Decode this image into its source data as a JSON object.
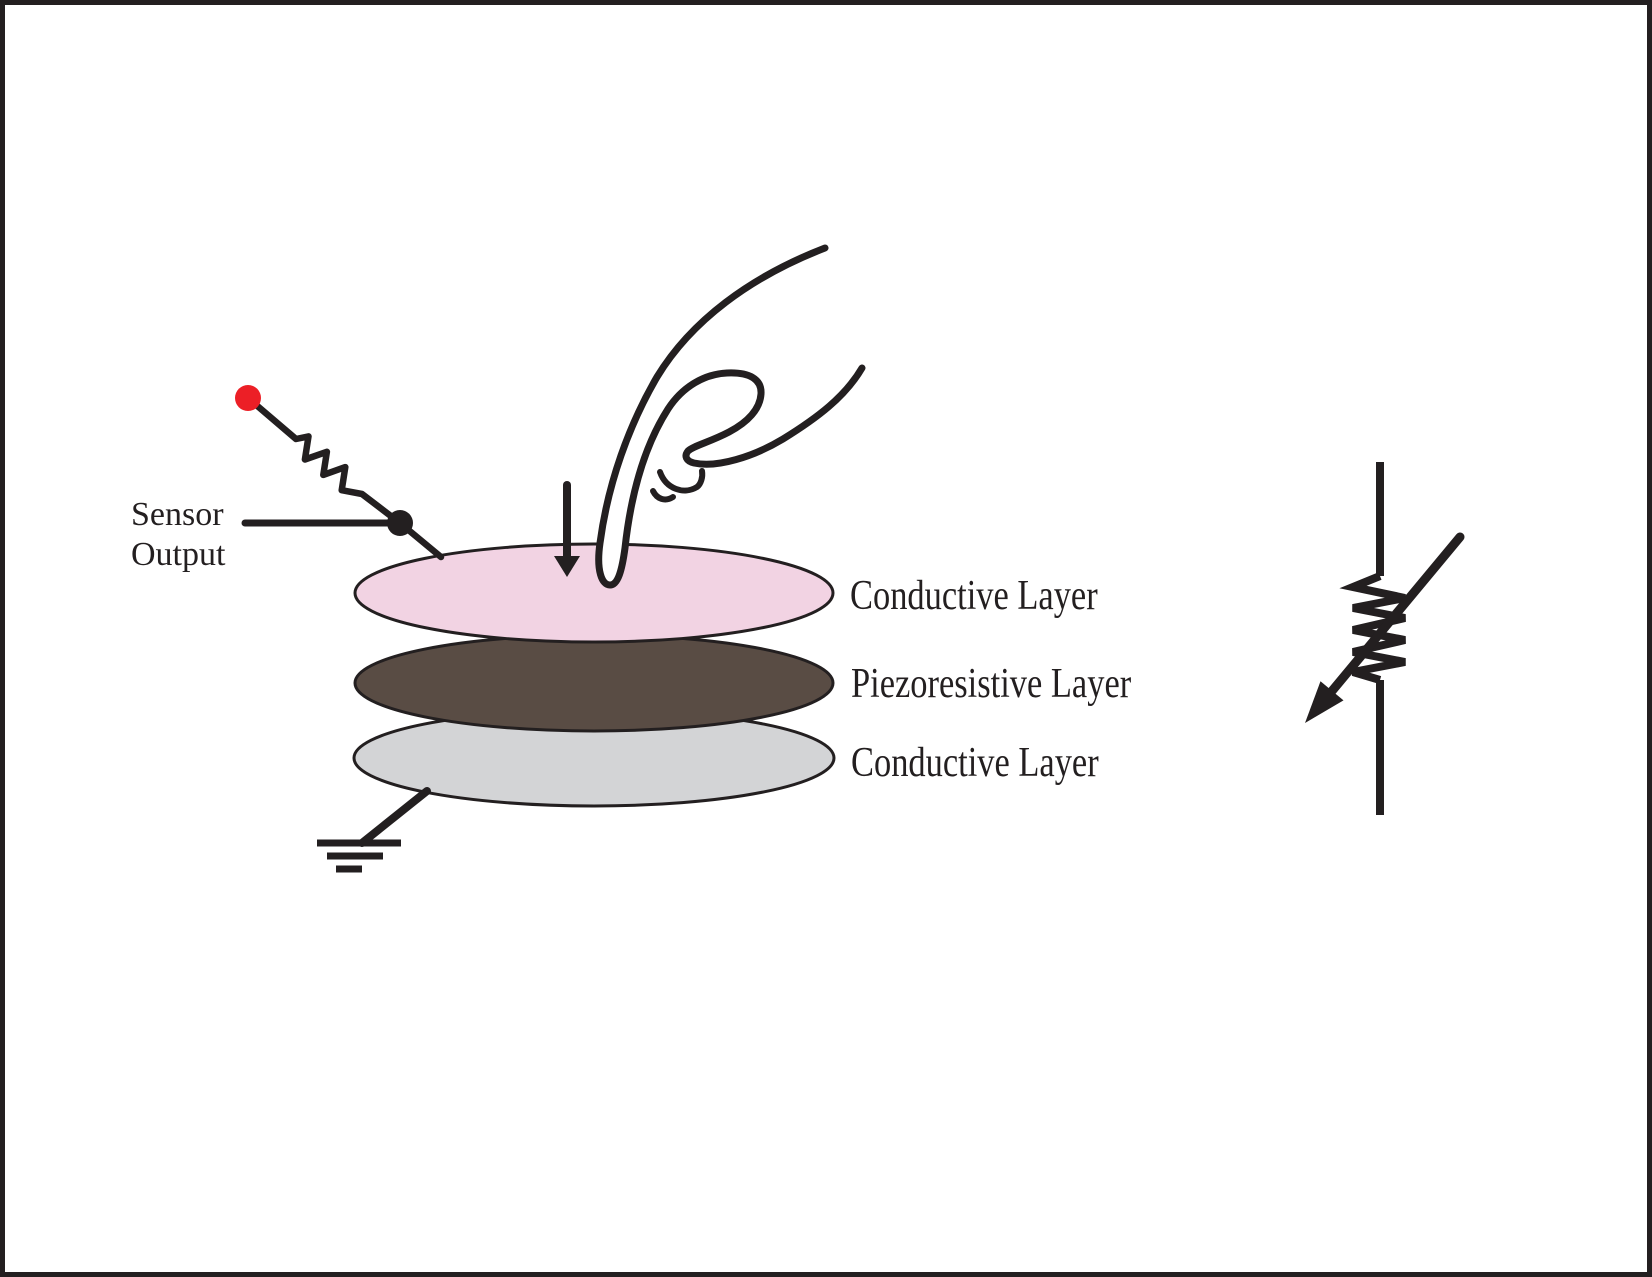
{
  "labels": {
    "sensor_output_line1": "Sensor",
    "sensor_output_line2": "Output",
    "top_layer": "Conductive Layer",
    "middle_layer": "Piezoresistive Layer",
    "bottom_layer": "Conductive Layer"
  },
  "colors": {
    "ink": "#231f20",
    "top_conductive_fill": "#f2d3e3",
    "piezoresistive_fill": "#594c44",
    "bottom_conductive_fill": "#d3d4d6",
    "terminal_dot_red": "#ec1f26",
    "junction_dot": "#231f20",
    "paper_white": "#ffffff"
  },
  "icons": {
    "press_arrow": "down-arrow-icon",
    "ground": "earth-ground-icon",
    "sensor_resistor": "resistor-zigzag-icon",
    "equivalent_symbol": "variable-resistor-icon",
    "hand": "pressing-finger-icon"
  }
}
